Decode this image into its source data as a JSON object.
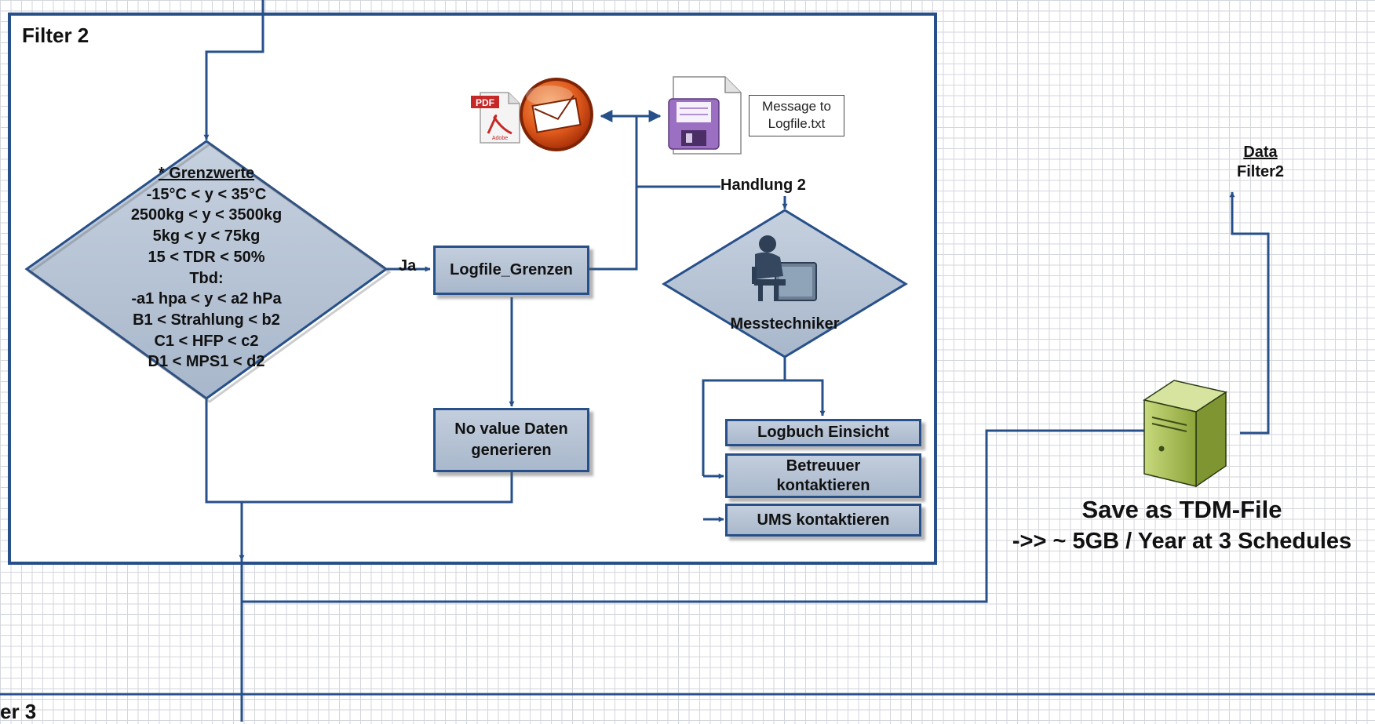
{
  "frame": {
    "title": "Filter 2",
    "next_title": "er 3"
  },
  "decision": {
    "lines": [
      "* Grenzwerte",
      "-15°C < y < 35°C",
      "2500kg < y < 3500kg",
      "5kg < y < 75kg",
      "15 < TDR < 50%",
      "Tbd:",
      "-a1 hpa < y < a2 hPa",
      "B1 < Strahlung < b2",
      "C1 < HFP < c2",
      "D1 < MPS1 < d2"
    ]
  },
  "yes_label": "Ja",
  "logfile_box": "Logfile_Grenzen",
  "novalue_box": "No value Daten generieren",
  "icons": {
    "pdf": "pdf-icon",
    "mail": "mail-icon",
    "floppy": "floppy-disk-icon",
    "worker": "technician-icon",
    "server": "server-icon"
  },
  "pdf_badge": "PDF",
  "pdf_brand": "Adobe",
  "note": "Message to Logfile.txt",
  "handlung": "Handlung 2",
  "technician": "Messtechniker",
  "actions": [
    "Logbuch Einsicht",
    "Betreuuer kontaktieren",
    "UMS kontaktieren"
  ],
  "data_output": {
    "line1": "Data",
    "line2": "Filter2"
  },
  "save": {
    "title": "Save as TDM-File",
    "subtitle": "->> ~ 5GB / Year at 3 Schedules"
  },
  "colors": {
    "line": "#27508a",
    "box_fill": "#b7c4d6",
    "server_green": "#a9c25a"
  }
}
